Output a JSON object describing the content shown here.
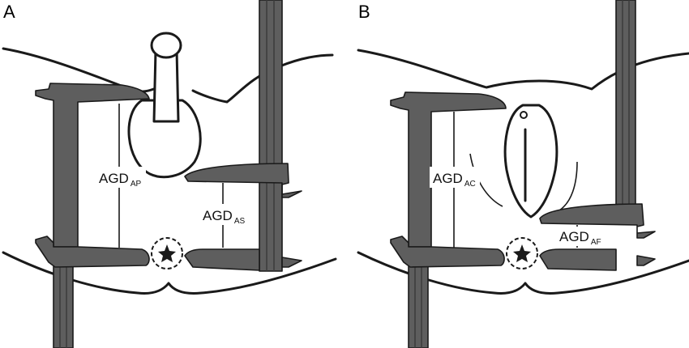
{
  "panels": [
    {
      "letter": "A",
      "measures": [
        {
          "main": "AGD",
          "sub": "AP"
        },
        {
          "main": "AGD",
          "sub": "AS"
        }
      ]
    },
    {
      "letter": "B",
      "measures": [
        {
          "main": "AGD",
          "sub": "AC"
        },
        {
          "main": "AGD",
          "sub": "AF"
        }
      ]
    }
  ],
  "colors": {
    "caliper": "#5e5e5e",
    "outline": "#1a1a1a",
    "background": "#ffffff"
  }
}
